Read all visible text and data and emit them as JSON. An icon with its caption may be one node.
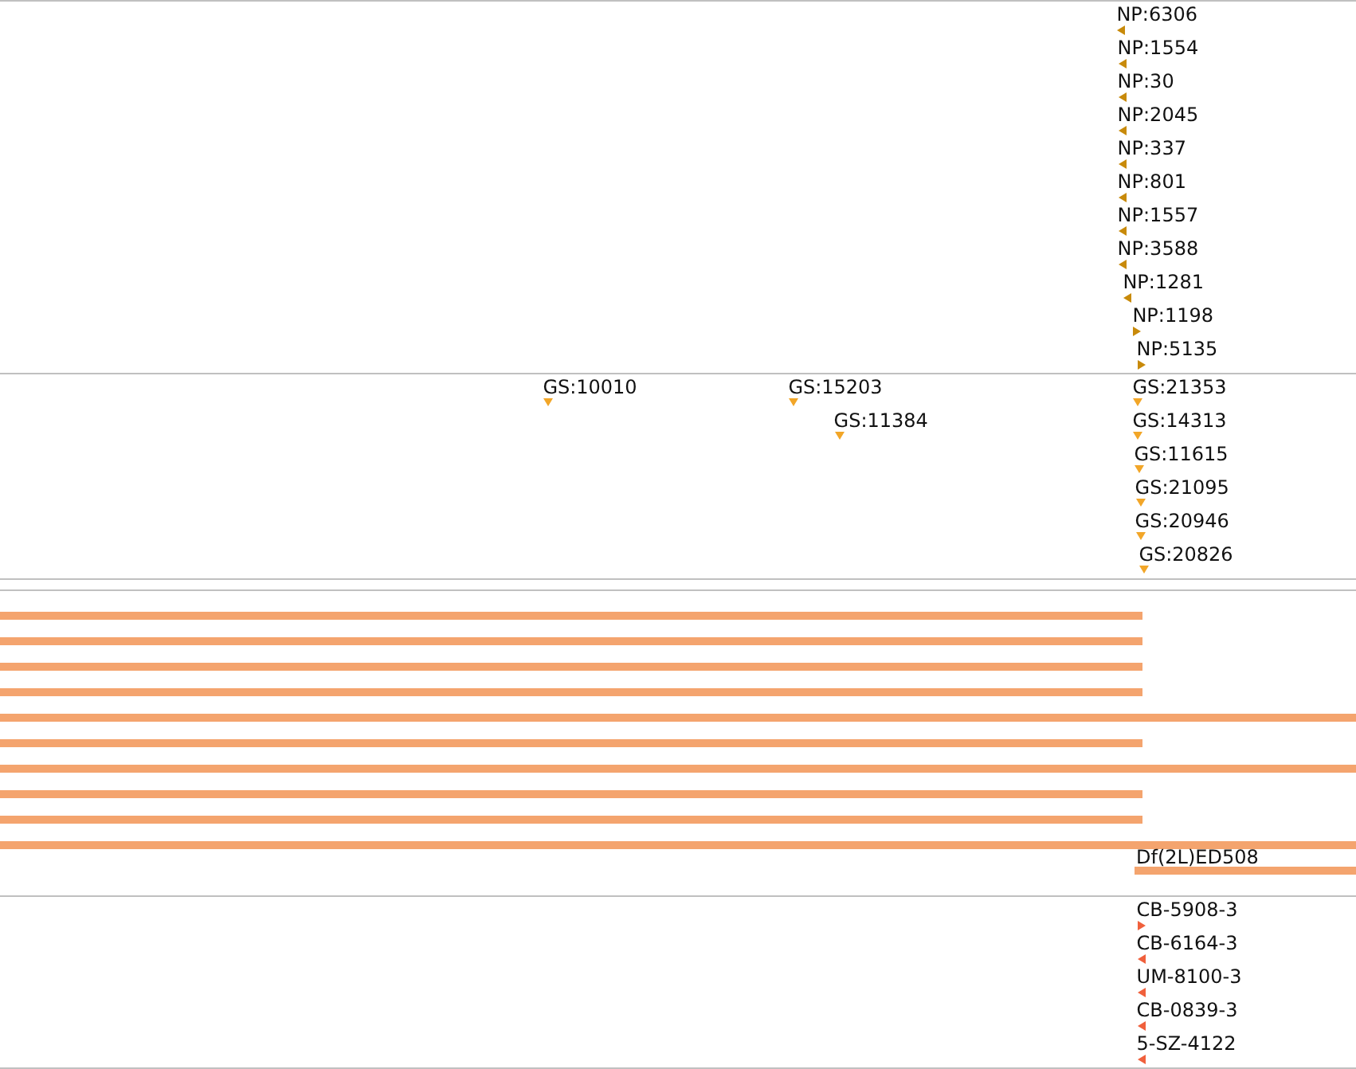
{
  "diagram": {
    "nodes": [
      {
        "text": [],
        "shape": "bar"
      },
      {
        "text": [],
        "shape": "bar"
      },
      {
        "text": [],
        "shape": "bar"
      },
      {
        "text": [],
        "shape": "bar"
      },
      {
        "text": [],
        "shape": "bar"
      },
      {
        "text": [],
        "shape": "bar"
      },
      {
        "text": [],
        "shape": "bar"
      },
      {
        "text": [],
        "shape": "bar"
      },
      {
        "text": [],
        "shape": "bar"
      },
      {
        "text": [],
        "shape": "bar"
      },
      {
        "text": [
          "Df(2L)ED508"
        ]
      }
    ],
    "labels": [
      "NP:6306",
      "NP:1554",
      "NP:30",
      "NP:2045",
      "NP:337",
      "NP:801",
      "NP:1557",
      "NP:3588",
      "NP:1281",
      "NP:1198",
      "NP:5135",
      "GS:10010",
      "GS:15203",
      "GS:21353",
      "GS:11384",
      "GS:14313",
      "GS:11615",
      "GS:21095",
      "GS:20946",
      "GS:20826",
      "CB-5908-3",
      "CB-6164-3",
      "UM-8100-3",
      "CB-0839-3",
      "5-SZ-4122"
    ]
  }
}
